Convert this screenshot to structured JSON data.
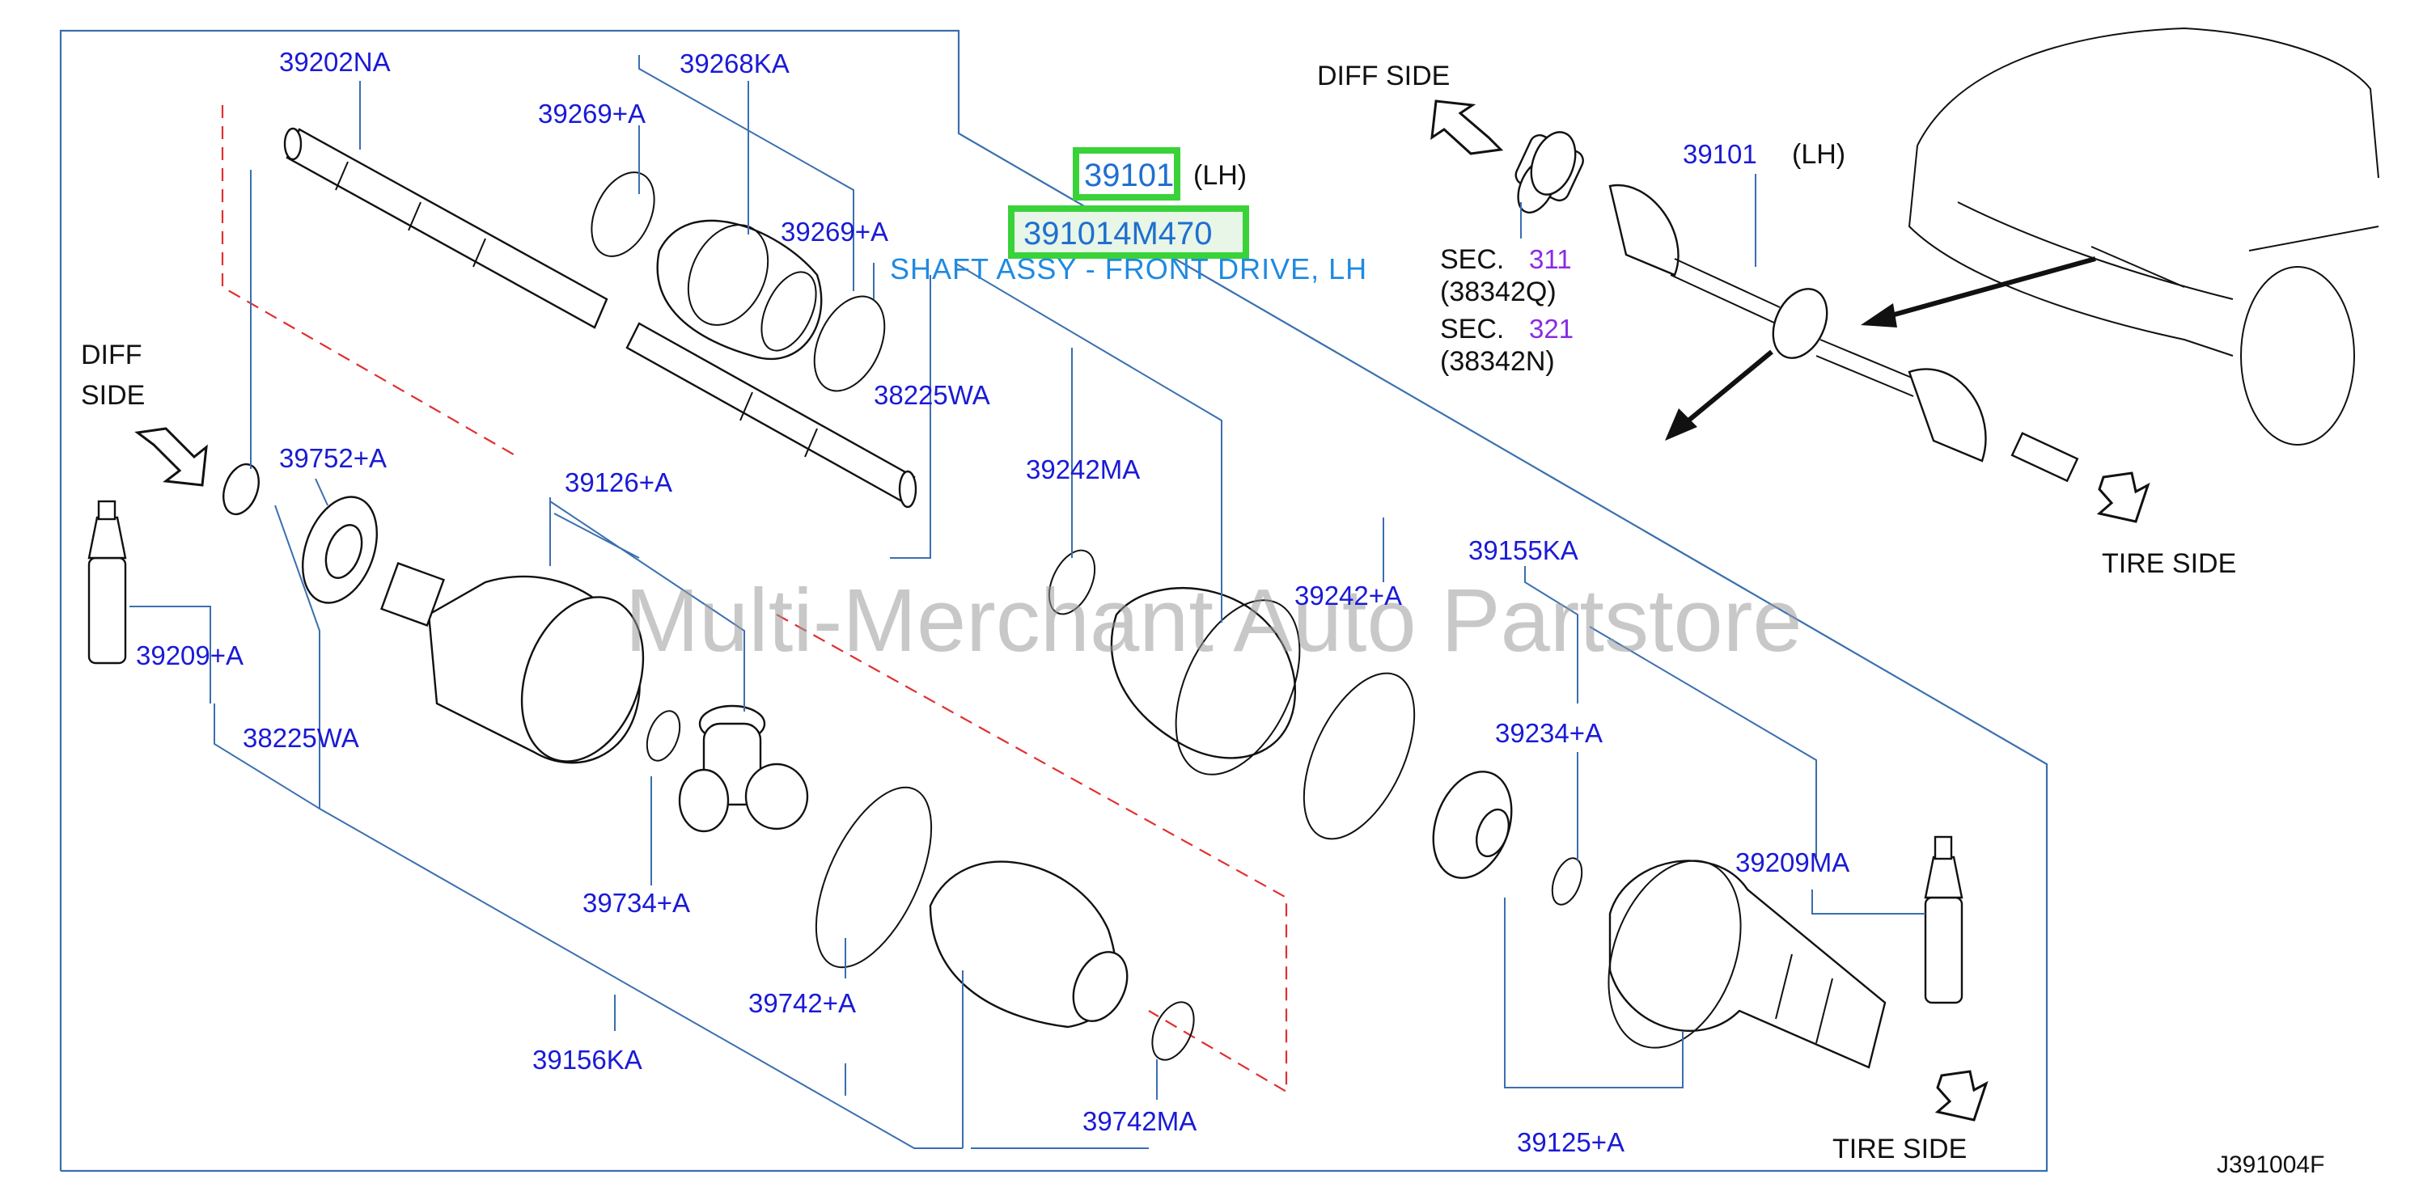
{
  "diagram_code": "J391004F",
  "watermark": "Multi-Merchant Auto Partstore",
  "highlight": {
    "part_number": "39101",
    "side": "(LH)",
    "oem_number": "391014M470",
    "description": "SHAFT ASSY - FRONT DRIVE, LH"
  },
  "direction_labels": {
    "diff_side_left_1": "DIFF",
    "diff_side_left_2": "SIDE",
    "tire_side_bottom": "TIRE  SIDE",
    "diff_side_inset": "DIFF  SIDE",
    "tire_side_inset": "TIRE  SIDE"
  },
  "inset": {
    "part_number": "39101",
    "side": "(LH)",
    "sec_label": "SEC.",
    "sec_a_num": "311",
    "sec_a_ref": "(38342Q)",
    "sec_b_num": "321",
    "sec_b_ref": "(38342N)"
  },
  "callouts": {
    "p39202NA": "39202NA",
    "p39268KA": "39268KA",
    "p39269A_1": "39269+A",
    "p39269A_2": "39269+A",
    "p38225WA_1": "38225WA",
    "p38225WA_2": "38225WA",
    "p39752A": "39752+A",
    "p39126A": "39126+A",
    "p39242MA": "39242MA",
    "p39242A": "39242+A",
    "p39155KA": "39155KA",
    "p39209A": "39209+A",
    "p39234A": "39234+A",
    "p39209MA": "39209MA",
    "p39734A": "39734+A",
    "p39742A": "39742+A",
    "p39156KA": "39156KA",
    "p39742MA": "39742MA",
    "p39125A": "39125+A"
  }
}
